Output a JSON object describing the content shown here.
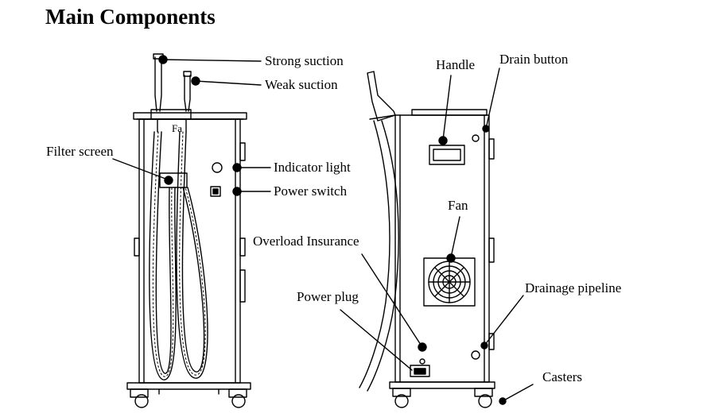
{
  "title": "Main Components",
  "labels": {
    "strong_suction": "Strong suction",
    "weak_suction": "Weak suction",
    "filter_screen": "Filter screen",
    "indicator_light": "Indicator light",
    "power_switch": "Power switch",
    "handle": "Handle",
    "drain_button": "Drain button",
    "fan": "Fan",
    "overload_insurance": "Overload  Insurance",
    "power_plug": "Power plug",
    "drainage_pipeline": "Drainage pipeline",
    "casters": "Casters"
  },
  "front_panel_text": "Fa"
}
